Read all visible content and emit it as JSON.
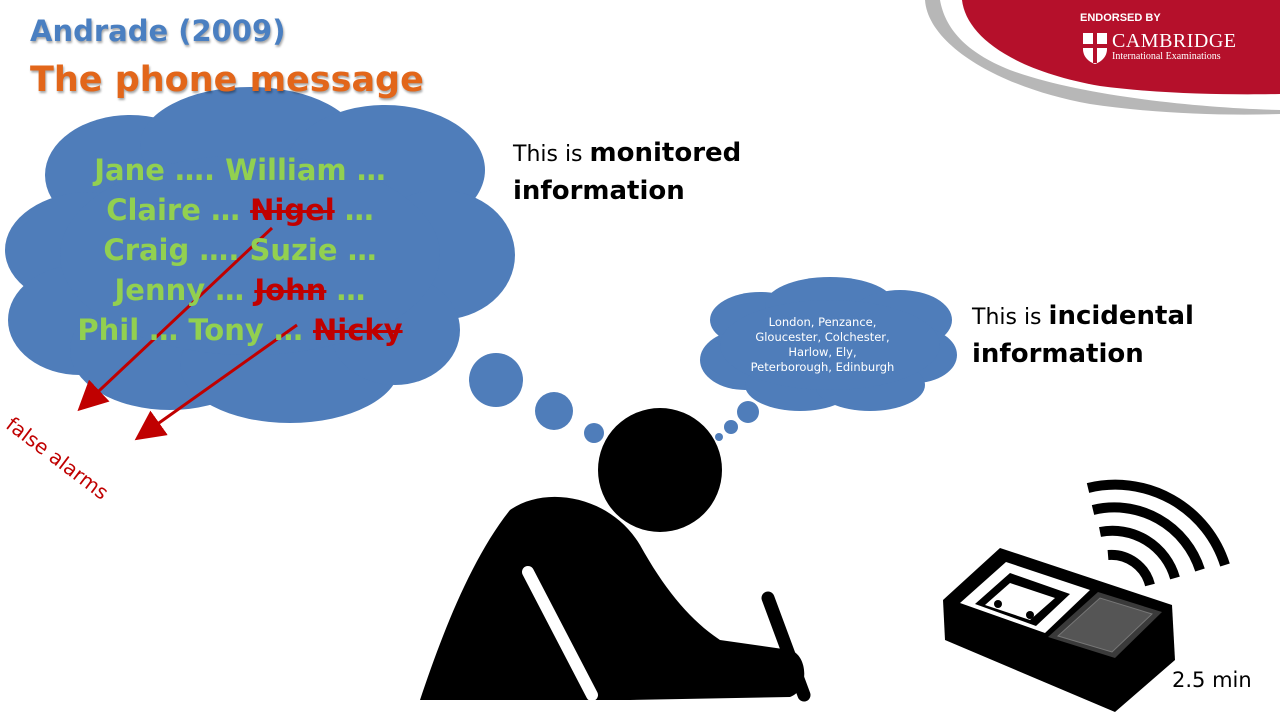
{
  "slide": {
    "subtitle": "Andrade (2009)",
    "title": "The phone message"
  },
  "names_cloud": {
    "row1": {
      "a": "Jane …. William …"
    },
    "row2": {
      "a": "Claire … ",
      "b": "Nigel",
      "c": " …"
    },
    "row3": {
      "a": "Craig …. Suzie …"
    },
    "row4": {
      "a": "Jenny … ",
      "b": "John",
      "c": " …"
    },
    "row5": {
      "a": "Phil … Tony … ",
      "b": "Nicky"
    }
  },
  "false_alarms_label": "false alarms",
  "monitored": {
    "prefix": "This is ",
    "bold": "monitored",
    "line2": "information"
  },
  "incidental": {
    "prefix": "This is ",
    "bold": "incidental",
    "line2": "information"
  },
  "cities_cloud": {
    "line1": "London, Penzance,",
    "line2": "Gloucester, Colchester,",
    "line3": "Harlow, Ely,",
    "line4": "Peterborough, Edinburgh"
  },
  "recorder_duration": "2.5 min",
  "logo": {
    "endorsed": "ENDORSED BY",
    "name": "CAMBRIDGE",
    "sub": "International Examinations"
  },
  "colors": {
    "cloud_blue": "#4f7dba",
    "names_green": "#92d050",
    "crossed_red": "#c00000",
    "title_orange": "#e2661a",
    "subtitle_blue": "#4a7fc1",
    "cambridge_red": "#b5102b"
  },
  "icons": [
    "thought-cloud",
    "person-at-desk-icon",
    "tape-recorder-icon",
    "sound-waves-icon",
    "cambridge-shield-icon",
    "arrow-icon"
  ]
}
